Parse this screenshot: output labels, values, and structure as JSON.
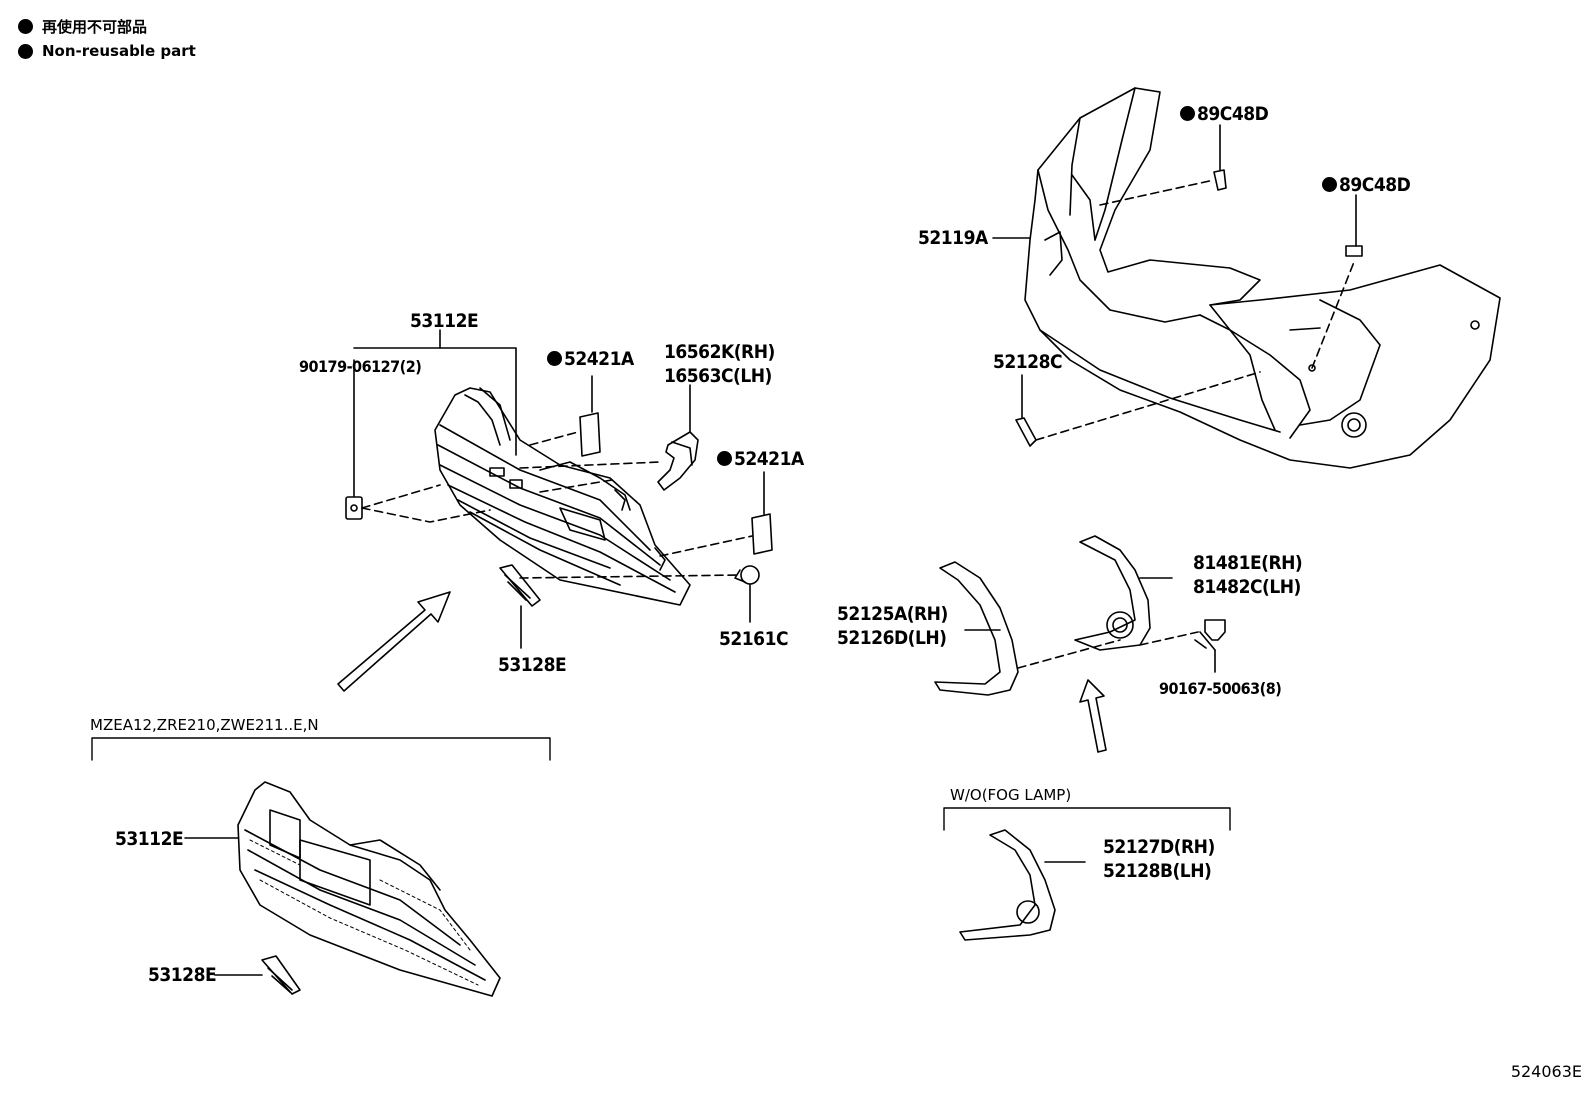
{
  "legend": {
    "jp": "再使用不可部品",
    "en": "Non-reusable part"
  },
  "variants": {
    "lower_grille_group": "MZEA12,ZRE210,ZWE211..E,N",
    "fog_group": "W/O(FOG LAMP)"
  },
  "parts": {
    "grille_main": "53112E",
    "screw": "90179-06127(2)",
    "retainer_top": "52421A",
    "bracket_rh": "16562K(RH)",
    "bracket_lh": "16563C(LH)",
    "retainer_side": "52421A",
    "clip": "52161C",
    "insert_lower": "53128E",
    "bumper_cover": "52119A",
    "sensor_bracket_1": "89C48D",
    "sensor_bracket_2": "89C48D",
    "bumper_insert": "52128C",
    "moulding_rh": "52125A(RH)",
    "moulding_lh": "52126D(LH)",
    "fog_cover_rh": "81481E(RH)",
    "fog_cover_lh": "81482C(LH)",
    "bolt": "90167-50063(8)",
    "grille_alt": "53112E",
    "insert_alt": "53128E",
    "fog_cover_alt_rh": "52127D(RH)",
    "fog_cover_alt_lh": "52128B(LH)"
  },
  "figure_number": "524063E"
}
